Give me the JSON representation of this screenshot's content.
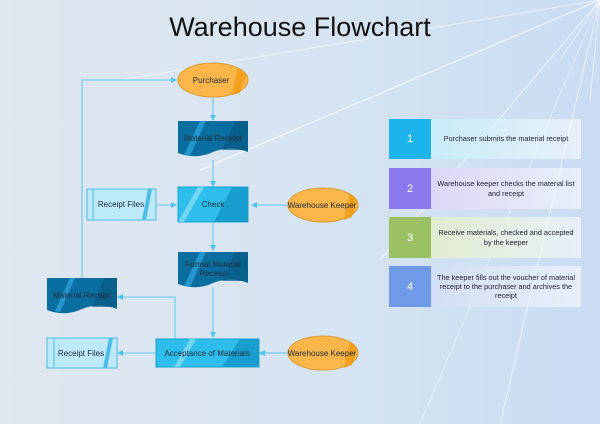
{
  "title": "Warehouse Flowchart",
  "nodes": {
    "purchaser": "Purchaser",
    "material_receipt_top": "Material Receipt",
    "check": "Check",
    "receipt_files_top": "Receipt Files",
    "warehouse_keeper_top": "Warehouse Keeper",
    "formal_material_receipt_line1": "Formal Material",
    "formal_material_receipt_line2": "Receipt",
    "material_receipt_bottom": "Material Receipt",
    "acceptance": "Acceptance of Materials",
    "receipt_files_bottom": "Receipt Files",
    "warehouse_keeper_bottom": "Warehouse Keeper"
  },
  "steps": [
    {
      "number": "1",
      "text": "Purchaser submits the material receipt",
      "color": "#1cb4ea",
      "light": "#c8ecf8"
    },
    {
      "number": "2",
      "text": "Warehouse keeper checks the material list and receipt",
      "color": "#8a78ec",
      "light": "#dcd6f6"
    },
    {
      "number": "3",
      "text": "Receive materials, checked and accepted by the keeper",
      "color": "#9cc064",
      "light": "#e2ecd0"
    },
    {
      "number": "4",
      "text": "The keeper fills out the voucher of material receipt to the purchaser and archives the receipt",
      "color": "#6e9ae8",
      "light": "#d2def4"
    }
  ]
}
